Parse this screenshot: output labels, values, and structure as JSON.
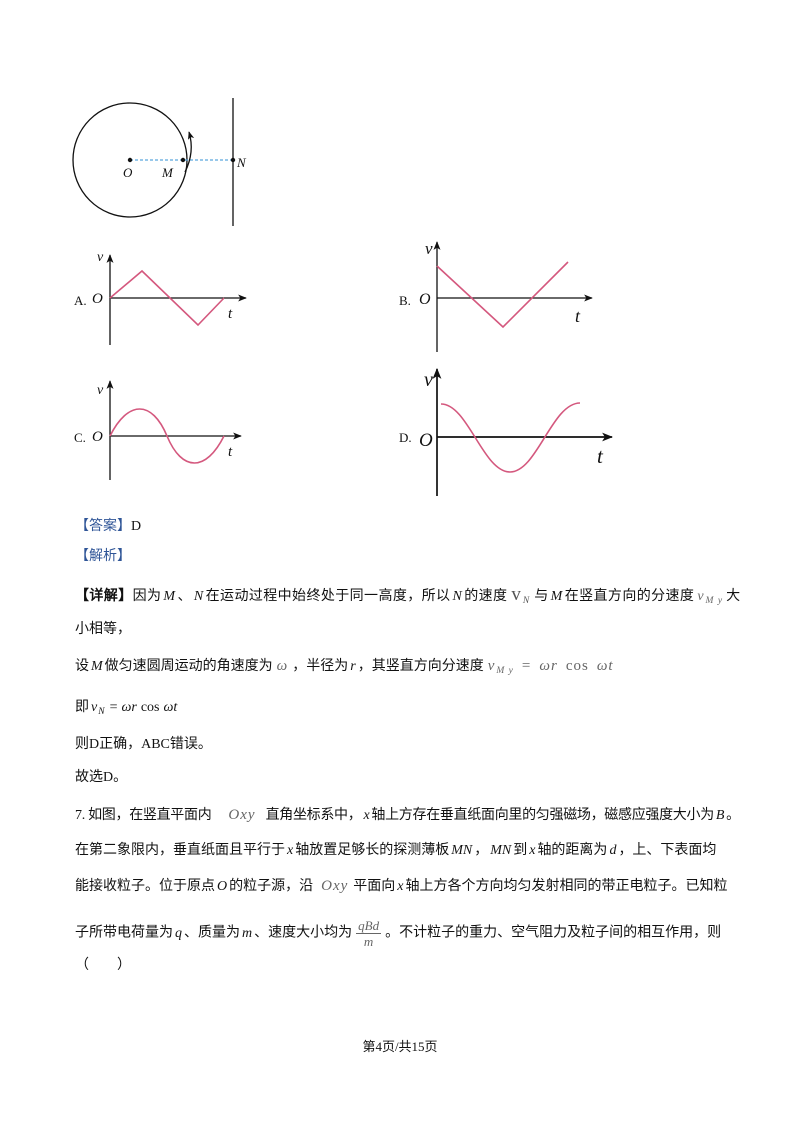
{
  "figure": {
    "labels": {
      "center": "O",
      "point_m": "M",
      "point_n": "N"
    }
  },
  "options": [
    {
      "label": "A.",
      "v_axis": "v",
      "origin": "O",
      "t_axis": "t"
    },
    {
      "label": "B.",
      "v_axis": "v",
      "origin": "O",
      "t_axis": "t"
    },
    {
      "label": "C.",
      "v_axis": "v",
      "origin": "O",
      "t_axis": "t"
    },
    {
      "label": "D.",
      "v_axis": "v",
      "origin": "O",
      "t_axis": "t"
    }
  ],
  "colors": {
    "curve": "#d4587e",
    "dashed_line": "#5aa6de",
    "heading": "#2f5597"
  },
  "answer": [
    {
      "t": "【答案】",
      "style": [
        "heading"
      ]
    },
    {
      "t": "D"
    }
  ],
  "analysis_heading": [
    {
      "t": "【解析】",
      "style": [
        "heading"
      ]
    }
  ],
  "detail": [
    [
      {
        "t": "【详解】",
        "style": [
          "bold"
        ]
      },
      {
        "t": "因为"
      },
      {
        "t": "M",
        "style": [
          "italic"
        ]
      },
      {
        "t": "、"
      },
      {
        "t": "N",
        "style": [
          "italic"
        ]
      },
      {
        "t": "在运动过程中始终处于同一高度，所以"
      },
      {
        "t": "N",
        "style": [
          "italic"
        ]
      },
      {
        "t": "的速度"
      },
      {
        "t": "v",
        "sub": "N",
        "style": [
          "formula-image"
        ]
      },
      {
        "t": "与"
      },
      {
        "t": "M",
        "style": [
          "italic"
        ]
      },
      {
        "t": "在竖直方向的分速度"
      },
      {
        "t": "v",
        "sub": "M y",
        "style": [
          "formula-image",
          "italic"
        ]
      },
      {
        "t": "大"
      }
    ],
    [
      {
        "t": "小相等，"
      }
    ],
    [
      {
        "t": "设"
      },
      {
        "t": "M",
        "style": [
          "italic"
        ]
      },
      {
        "t": "做匀速圆周运动的角速度为"
      },
      {
        "t": "ω",
        "style": [
          "formula-image",
          "italic"
        ]
      },
      {
        "t": "，半径为"
      },
      {
        "t": "r",
        "style": [
          "italic"
        ]
      },
      {
        "t": "，其竖直方向分速度"
      },
      {
        "t": "v",
        "sub": "M y",
        "style": [
          "formula-image",
          "italic"
        ]
      },
      {
        "t": "=",
        "style": [
          "formula-image"
        ]
      },
      {
        "t": "ωr",
        "style": [
          "formula-image",
          "italic"
        ]
      },
      {
        "t": "cos",
        "style": [
          "formula-image"
        ]
      },
      {
        "t": "ωt",
        "style": [
          "formula-image",
          "italic"
        ]
      }
    ],
    [
      {
        "t": "即"
      },
      {
        "t": "v",
        "sub": "N",
        "style": [
          "formula",
          "italic"
        ]
      },
      {
        "t": "=",
        "style": [
          "formula"
        ]
      },
      {
        "t": "ωr",
        "style": [
          "formula",
          "italic"
        ]
      },
      {
        "t": "cos",
        "style": [
          "formula"
        ]
      },
      {
        "t": "ωt",
        "style": [
          "formula",
          "italic"
        ]
      }
    ],
    [
      {
        "t": "则D正确，ABC错误。"
      }
    ],
    [
      {
        "t": "故选D。"
      }
    ]
  ],
  "question_7": {
    "lines": [
      [
        {
          "t": "7. 如图，在竖直平面内"
        },
        {
          "t": "Oxy",
          "style": [
            "formula-image",
            "italic"
          ]
        },
        {
          "t": "直角坐标系中，"
        },
        {
          "t": "x",
          "style": [
            "italic"
          ]
        },
        {
          "t": "轴上方存在垂直纸面向里的匀强磁场，磁感应强度大小为"
        },
        {
          "t": "B",
          "style": [
            "italic"
          ]
        },
        {
          "t": "。"
        }
      ],
      [
        {
          "t": "在第二象限内，垂直纸面且平行于"
        },
        {
          "t": "x",
          "style": [
            "italic"
          ]
        },
        {
          "t": "轴放置足够长的探测薄板"
        },
        {
          "t": "MN",
          "style": [
            "italic"
          ]
        },
        {
          "t": "，"
        },
        {
          "t": "MN",
          "style": [
            "italic"
          ]
        },
        {
          "t": "到"
        },
        {
          "t": "x",
          "style": [
            "italic"
          ]
        },
        {
          "t": "轴的距离为"
        },
        {
          "t": "d",
          "style": [
            "italic"
          ]
        },
        {
          "t": "，上、下表面均"
        }
      ],
      [
        {
          "t": "能接收粒子。位于原点"
        },
        {
          "t": "O",
          "style": [
            "italic"
          ]
        },
        {
          "t": "的粒子源，沿"
        },
        {
          "t": "Oxy",
          "style": [
            "formula-image",
            "italic"
          ]
        },
        {
          "t": "平面向"
        },
        {
          "t": "x",
          "style": [
            "italic"
          ]
        },
        {
          "t": "轴上方各个方向均匀发射相同的带正电粒子。已知粒"
        }
      ],
      [
        {
          "t": "子所带电荷量为"
        },
        {
          "t": "q",
          "style": [
            "italic"
          ]
        },
        {
          "t": "、质量为"
        },
        {
          "t": "m",
          "style": [
            "italic"
          ]
        },
        {
          "t": "、速度大小均为"
        },
        {
          "num": "qBd",
          "den": "m"
        },
        {
          "t": "。不计粒子的重力、空气阻力及粒子间的相互作用，则"
        }
      ],
      [
        {
          "t": "（　　）"
        }
      ]
    ]
  },
  "footer": {
    "page_indicator": "第4页/共15页"
  }
}
